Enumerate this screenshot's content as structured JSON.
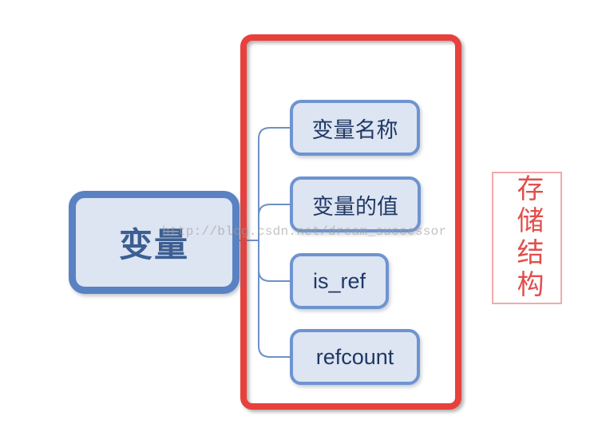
{
  "diagram": {
    "root": {
      "label": "变量"
    },
    "children": [
      {
        "label": "变量名称"
      },
      {
        "label": "变量的值"
      },
      {
        "label": "is_ref"
      },
      {
        "label": "refcount"
      }
    ],
    "annotation": {
      "label": "存储结构"
    },
    "watermark": "http://blog.csdn.net/dream_successor",
    "colors": {
      "node_border": "#5a82c2",
      "child_border": "#6e94d0",
      "node_fill": "#dde4f2",
      "node_text": "#3c5e92",
      "child_text": "#1f3864",
      "connector": "#6d90c6",
      "red_frame": "#e7403d",
      "annotation_text": "#e14f4d",
      "annotation_border": "#f2aaa9",
      "watermark_gray": "#9e9e9e"
    }
  }
}
